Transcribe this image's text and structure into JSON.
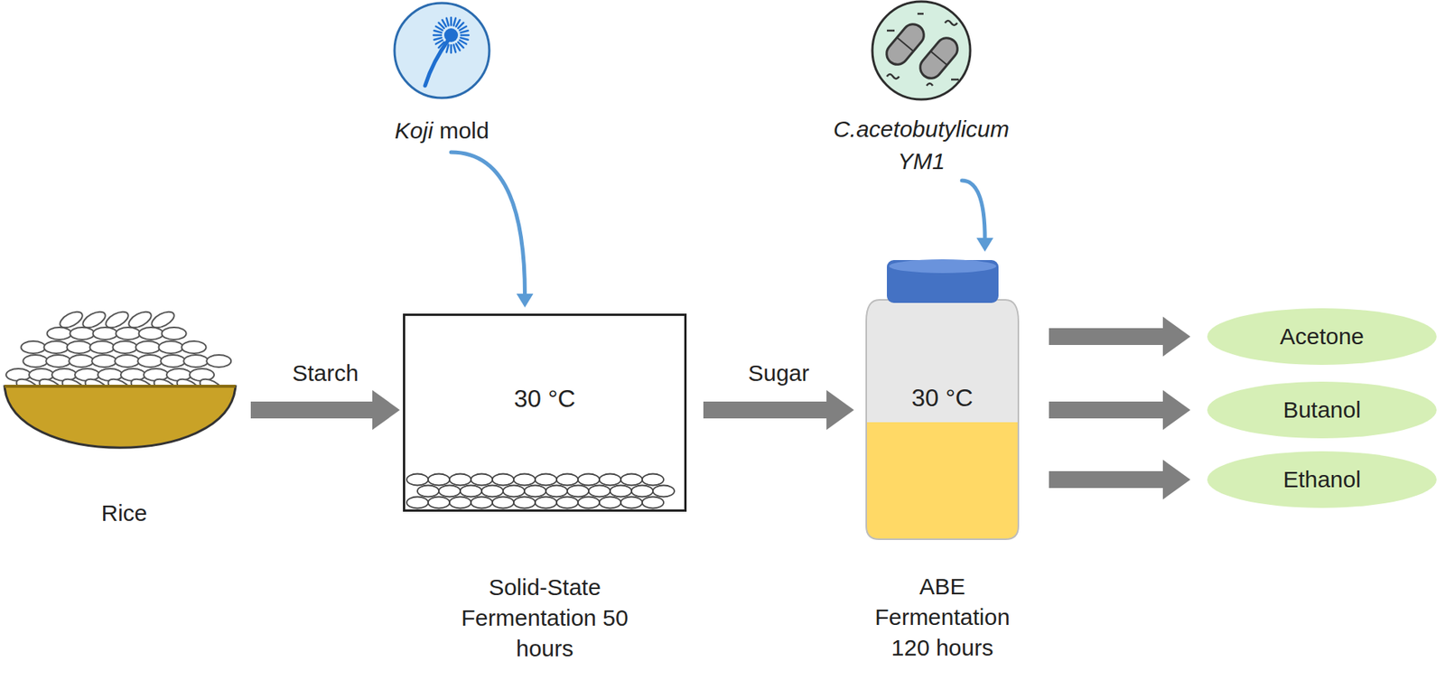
{
  "diagram": {
    "nodes": [
      {
        "text": [
          "Rice"
        ]
      },
      {
        "text": [
          "Koji mold"
        ]
      },
      {
        "text": [
          "30 °C",
          "Solid-State Fermentation 50 hours"
        ]
      },
      {
        "text": [
          "C.acetobutylicum YM1"
        ]
      },
      {
        "text": [
          "30 °C",
          "ABE Fermentation 120 hours"
        ]
      },
      {
        "text": [
          "Acetone"
        ]
      },
      {
        "text": [
          "Butanol"
        ]
      },
      {
        "text": [
          "Ethanol"
        ]
      }
    ],
    "edges": [
      {
        "from": 0,
        "to": 2,
        "label": "Starch",
        "arrow": "to"
      },
      {
        "from": 1,
        "to": 2,
        "arrow": "to"
      },
      {
        "from": 2,
        "to": 4,
        "label": "Sugar",
        "arrow": "to"
      },
      {
        "from": 3,
        "to": 4,
        "arrow": "to"
      },
      {
        "from": 4,
        "to": 5,
        "arrow": "to"
      },
      {
        "from": 4,
        "to": 6,
        "arrow": "to"
      },
      {
        "from": 4,
        "to": 7,
        "arrow": "to"
      }
    ]
  }
}
